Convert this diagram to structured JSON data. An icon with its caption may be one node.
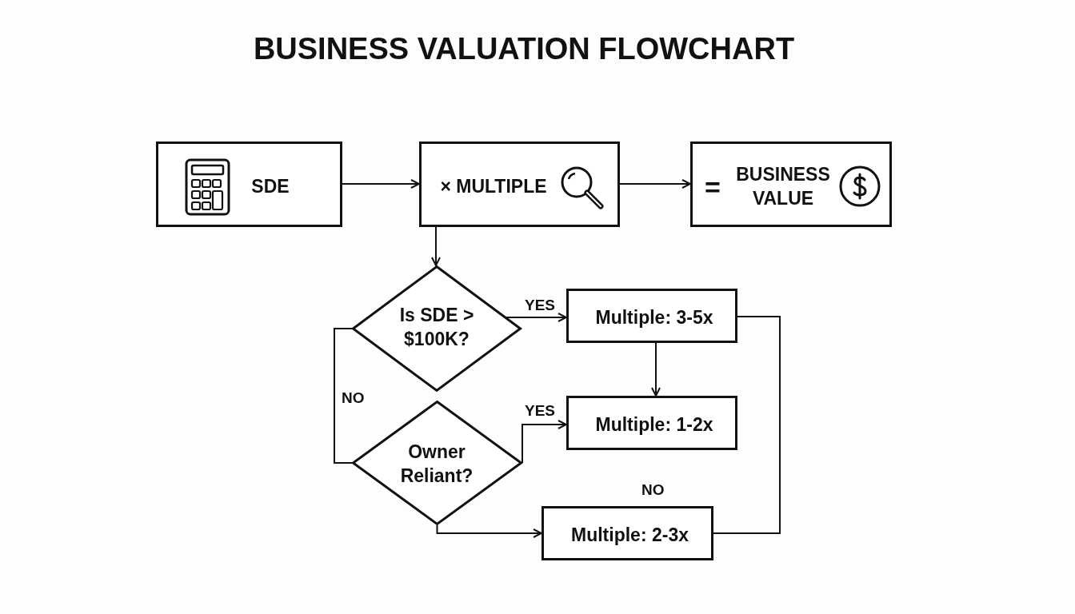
{
  "diagram": {
    "title": "BUSINESS VALUATION FLOWCHART",
    "nodes": [
      {
        "text": [
          "SDE"
        ]
      },
      {
        "text": [
          "× MULTIPLE"
        ]
      },
      {
        "text": [
          "=",
          "BUSINESS VALUE"
        ]
      },
      {
        "text": [
          "Is SDE > $100K?"
        ]
      },
      {
        "text": [
          "Multiple: 3-5x"
        ]
      },
      {
        "text": [
          "Owner Reliant?"
        ]
      },
      {
        "text": [
          "Multiple: 1-2x"
        ]
      },
      {
        "text": [
          "Multiple: 2-3x"
        ]
      }
    ],
    "edges": [
      {
        "from": 0,
        "to": 1,
        "arrow": "to"
      },
      {
        "from": 1,
        "to": 2,
        "arrow": "to"
      },
      {
        "from": 1,
        "to": 3,
        "arrow": "to"
      },
      {
        "from": 3,
        "to": 4,
        "arrow": "to",
        "label": "YES"
      },
      {
        "from": 3,
        "to": 5,
        "arrow": "none",
        "label": "NO"
      },
      {
        "from": 4,
        "to": 6,
        "arrow": "to"
      },
      {
        "from": 5,
        "to": 6,
        "arrow": "to",
        "label": "YES"
      },
      {
        "from": 5,
        "to": 7,
        "arrow": "to"
      },
      {
        "from": 4,
        "to": 7,
        "arrow": "none"
      }
    ],
    "labels": [
      "NO"
    ]
  }
}
